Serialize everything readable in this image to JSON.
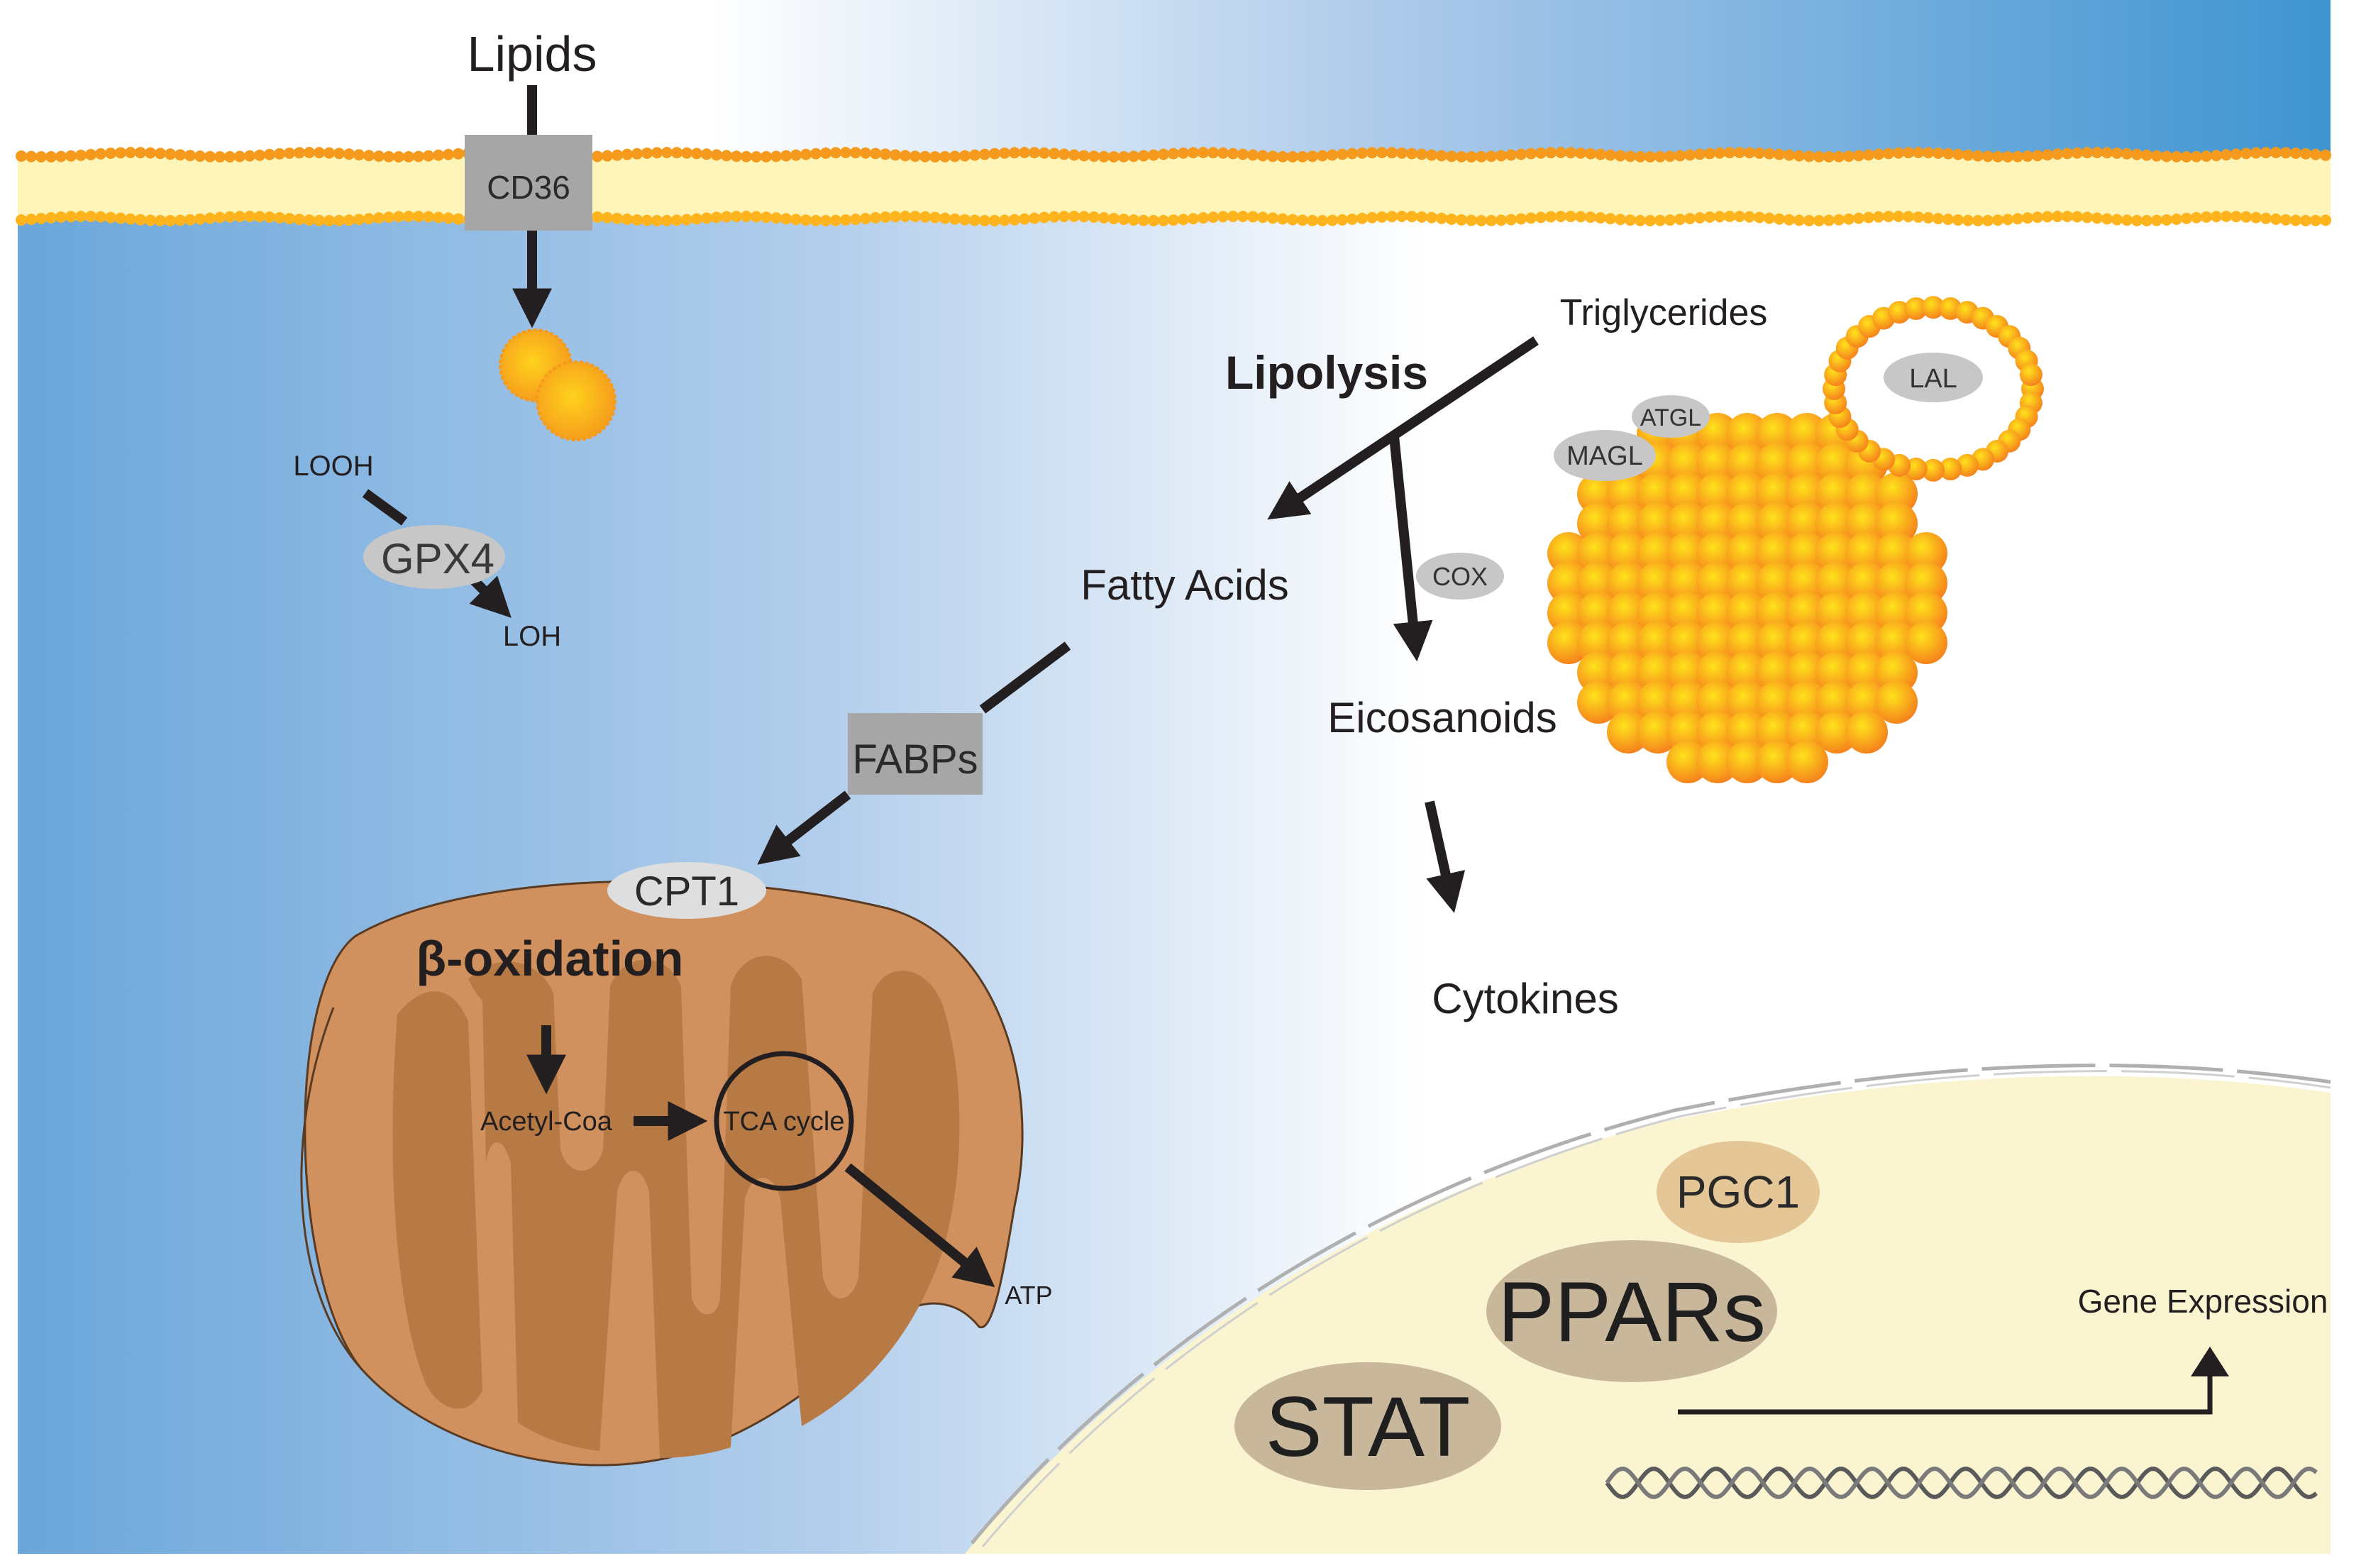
{
  "labels": {
    "lipids": "Lipids",
    "cd36": "CD36",
    "looh": "LOOH",
    "gpx4": "GPX4",
    "loh": "LOH",
    "triglycerides": "Triglycerides",
    "lipolysis": "Lipolysis",
    "fatty_acids": "Fatty Acids",
    "atgl": "ATGL",
    "magl": "MAGL",
    "lal": "LAL",
    "cox": "COX",
    "eicosanoids": "Eicosanoids",
    "cytokines": "Cytokines",
    "fabps": "FABPs",
    "cpt1": "CPT1",
    "beta_oxidation": "β-oxidation",
    "acetyl_coa": "Acetyl-Coa",
    "tca_cycle": "TCA cycle",
    "atp": "ATP",
    "pgc1": "PGC1",
    "ppars": "PPARs",
    "stat": "STAT",
    "gene_expression": "Gene Expression"
  },
  "colors": {
    "cell_blue": "#6aa6da",
    "cell_white": "#ffffff",
    "extracellular_blue": "#3a92d0",
    "membrane_yellow": "#fff5b8",
    "lipid_orange": "#f59a1c",
    "lipid_yellow": "#ffd21c",
    "mitochondria_outer": "#d0915e",
    "mitochondria_inner": "#b87a45",
    "nucleus": "#faf5d0",
    "protein_grey": "#c7c7c7",
    "box_grey": "#a6a6a6",
    "arrow": "#231f20"
  }
}
